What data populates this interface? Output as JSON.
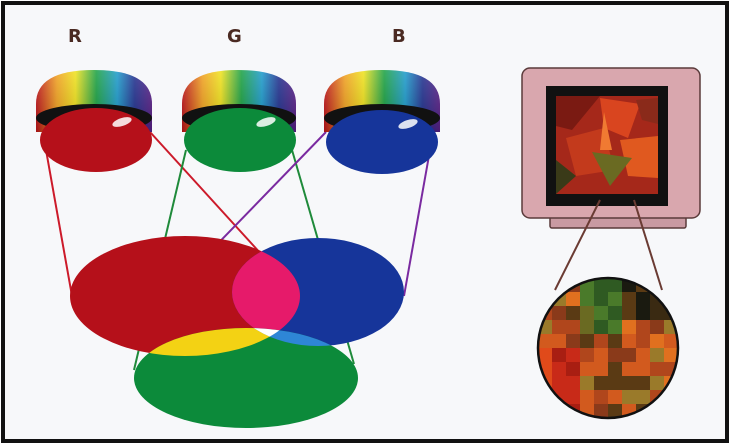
{
  "labels": {
    "red": "R",
    "green": "G",
    "blue": "B"
  },
  "colors": {
    "border": "#111111",
    "background": "#f7f8fa",
    "red_disc": "#b5101a",
    "green_disc": "#0c8a3a",
    "blue_disc": "#16359a",
    "red_blue_overlap": "#e61a6a",
    "red_green_overlap": "#f3d214",
    "green_blue_overlap": "#2e86d6",
    "all_overlap": "#ffffff",
    "monitor_casing": "#d9a7ae",
    "monitor_screen": "#111111",
    "red_line": "#cc1a2a",
    "green_line": "#1f8a3a",
    "blue_line": "#7a2aa0",
    "zoom_line": "#6a3b33"
  },
  "icons": {
    "red_filter": "red-filter-icon",
    "green_filter": "green-filter-icon",
    "blue_filter": "blue-filter-icon",
    "monitor": "monitor-icon",
    "pixel_zoom": "pixel-zoom-icon"
  }
}
